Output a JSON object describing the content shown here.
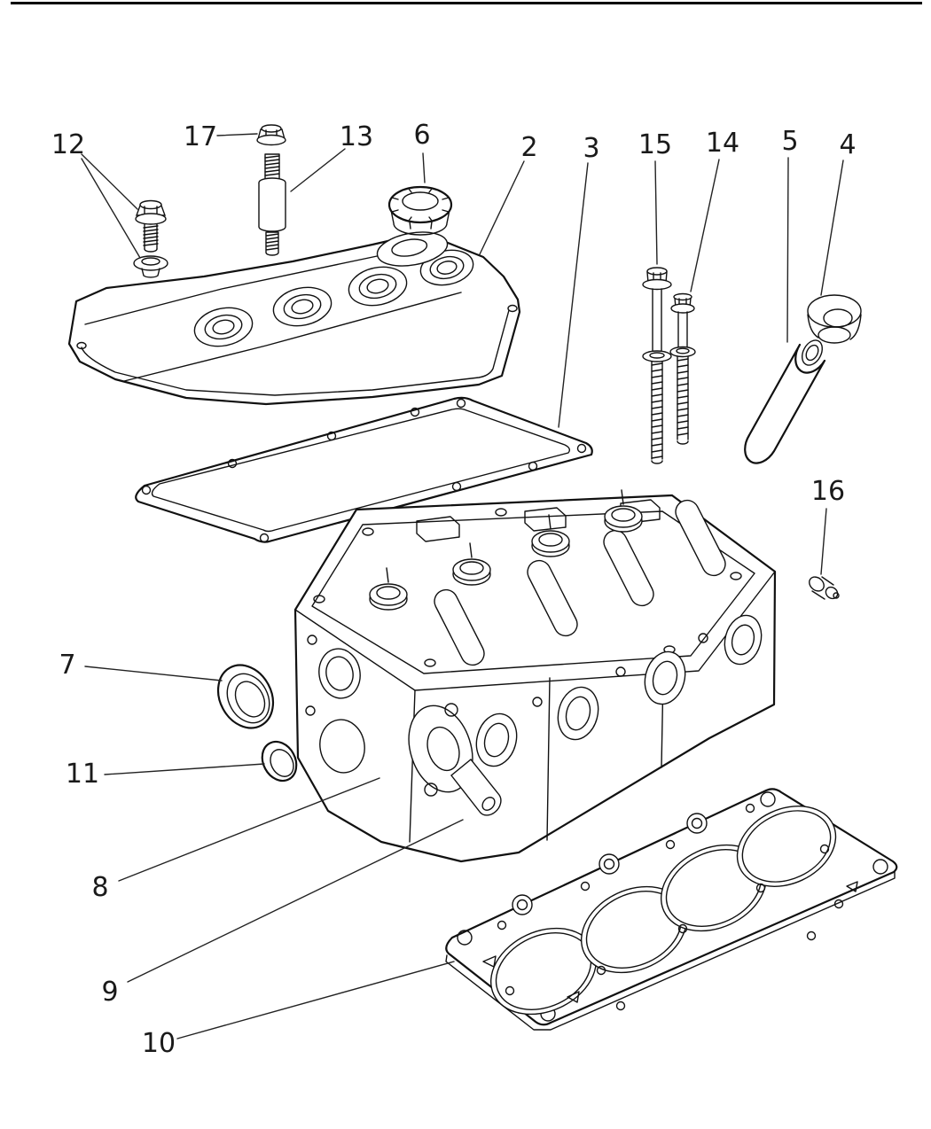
{
  "figure": {
    "kind": "exploded-parts-line-diagram",
    "subject": "cylinder-head-and-valve-cover-assembly"
  },
  "style": {
    "background": "#ffffff",
    "line_color": "#111111",
    "leader_color": "#222222",
    "text_color": "#1a1a1a",
    "top_rule_color": "#000000"
  },
  "callouts": [
    {
      "label": "12"
    },
    {
      "label": "17"
    },
    {
      "label": "13"
    },
    {
      "label": "6"
    },
    {
      "label": "2"
    },
    {
      "label": "3"
    },
    {
      "label": "15"
    },
    {
      "label": "14"
    },
    {
      "label": "5"
    },
    {
      "label": "4"
    },
    {
      "label": "16"
    },
    {
      "label": "7"
    },
    {
      "label": "11"
    },
    {
      "label": "8"
    },
    {
      "label": "9"
    },
    {
      "label": "10"
    }
  ]
}
